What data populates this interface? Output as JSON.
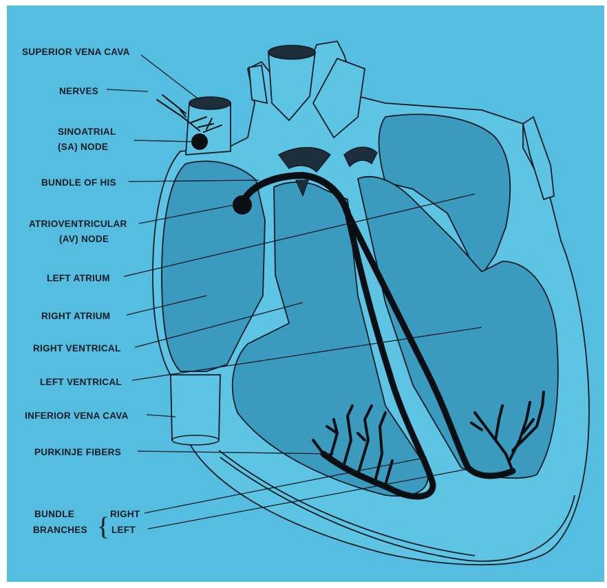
{
  "labels": {
    "superior_vena_cava": "SUPERIOR VENA CAVA",
    "nerves": "NERVES",
    "sinoatrial_1": "SINOATRIAL",
    "sinoatrial_2": "(SA) NODE",
    "bundle_of_his": "BUNDLE OF HIS",
    "atrioventricular_1": "ATRIOVENTRICULAR",
    "atrioventricular_2": "(AV) NODE",
    "left_atrium": "LEFT ATRIUM",
    "right_atrium": "RIGHT ATRIUM",
    "right_ventrical": "RIGHT VENTRICAL",
    "left_ventrical": "LEFT VENTRICAL",
    "inferior_vena_cava": "INFERIOR VENA CAVA",
    "purkinje_fibers": "PURKINJE FIBERS",
    "bundle_1": "BUNDLE",
    "bundle_2": "BRANCHES",
    "branch_right": "RIGHT",
    "branch_left": "LEFT",
    "brace": "{"
  },
  "colors": {
    "background": "#55bde0",
    "heart_wall": "#5ec4e4",
    "chamber": "#3a9bbf",
    "conduction": "#0a0f14",
    "ink": "#0b1a24"
  }
}
